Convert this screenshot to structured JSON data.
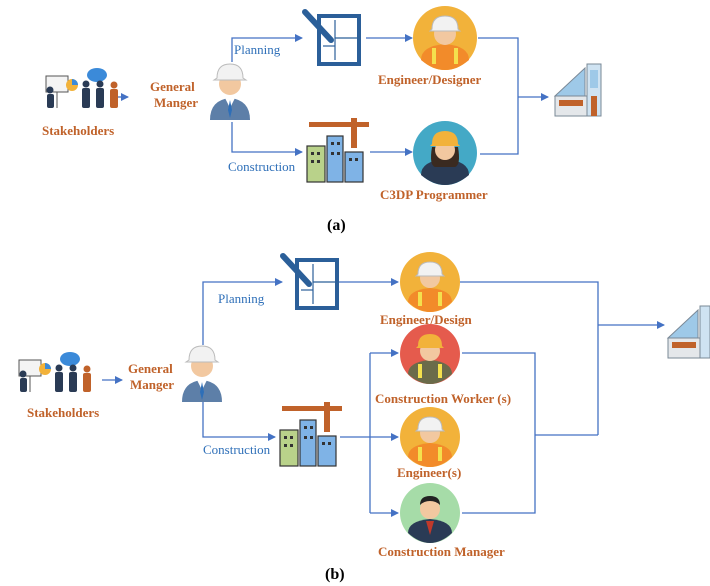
{
  "panel_a": {
    "caption": "(a)",
    "stakeholders": "Stakeholders",
    "general_manager": [
      "General",
      "Manger"
    ],
    "planning": "Planning",
    "construction": "Construction",
    "engineer_designer": "Engineer/Designer",
    "c3dp_programmer": "C3DP Programmer"
  },
  "panel_b": {
    "caption": "(b)",
    "stakeholders": "Stakeholders",
    "general_manager": [
      "General",
      "Manger"
    ],
    "planning": "Planning",
    "construction": "Construction",
    "engineer_design": "Engineer/Design",
    "construction_workers": "Construction Worker (s)",
    "engineers": "Engineer(s)",
    "construction_manager": "Construction Manager"
  },
  "colors": {
    "arrow": "#4472c4",
    "label_orange": "#c0622a",
    "label_blue": "#2e6fb8",
    "hardhat": "#f2b23a",
    "vest": "#f28b2a"
  }
}
